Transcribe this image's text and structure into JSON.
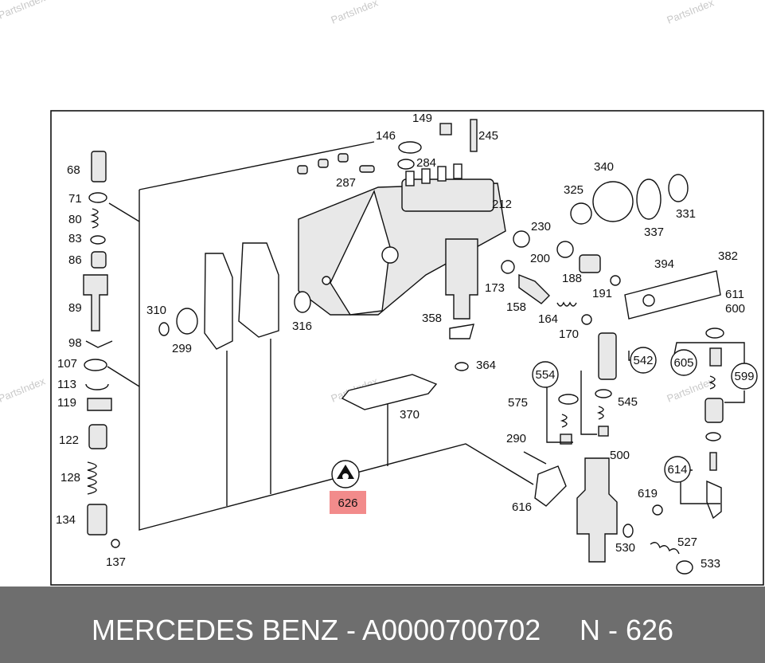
{
  "watermark": "PartsIndex",
  "footer": {
    "brand_part": "MERCEDES BENZ - A0000700702",
    "position": "N - 626"
  },
  "highlight": {
    "label": "626",
    "color": "#f28b8b"
  },
  "callouts": [
    "554",
    "542",
    "605",
    "599",
    "614"
  ],
  "labels": [
    "68",
    "71",
    "80",
    "83",
    "86",
    "89",
    "98",
    "107",
    "113",
    "119",
    "122",
    "128",
    "134",
    "137",
    "149",
    "245",
    "146",
    "284",
    "287",
    "212",
    "230",
    "200",
    "188",
    "191",
    "173",
    "158",
    "164",
    "170",
    "325",
    "340",
    "331",
    "337",
    "394",
    "382",
    "611",
    "600",
    "310",
    "299",
    "316",
    "358",
    "364",
    "370",
    "575",
    "545",
    "290",
    "500",
    "619",
    "616",
    "530",
    "527",
    "533"
  ]
}
